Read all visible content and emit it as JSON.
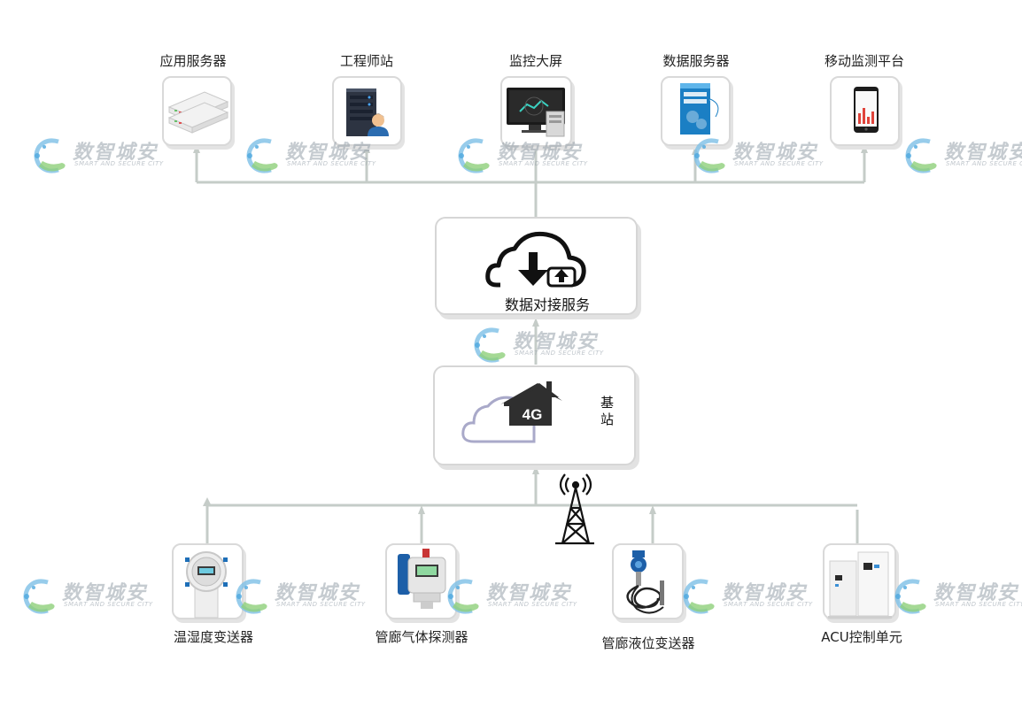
{
  "top_nodes": [
    {
      "id": "app-server",
      "label": "应用服务器",
      "icon": "server-rack-icon"
    },
    {
      "id": "engineer-station",
      "label": "工程师站",
      "icon": "workstation-user-icon"
    },
    {
      "id": "monitor-screen",
      "label": "监控大屏",
      "icon": "monitor-screen-icon"
    },
    {
      "id": "data-server",
      "label": "数据服务器",
      "icon": "data-server-icon"
    },
    {
      "id": "mobile-platform",
      "label": "移动监测平台",
      "icon": "mobile-phone-chart-icon"
    }
  ],
  "service_hub": {
    "label": "数据对接服务",
    "icon": "cloud-sync-icon"
  },
  "network_hub": {
    "badge": "4G",
    "station_label_1": "基",
    "station_label_2": "站",
    "icons": [
      "cloud-house-4g-icon",
      "signal-tower-icon"
    ]
  },
  "bottom_nodes": [
    {
      "id": "temp-humidity",
      "label": "温湿度变送器",
      "icon": "temp-humidity-transmitter-icon"
    },
    {
      "id": "gas-detector",
      "label": "管廊气体探测器",
      "icon": "gas-detector-icon"
    },
    {
      "id": "liquid-level",
      "label": "管廊液位变送器",
      "icon": "liquid-level-transmitter-icon"
    },
    {
      "id": "acu-unit",
      "label": "ACU控制单元",
      "icon": "control-cabinet-icon"
    }
  ],
  "watermark": {
    "title": "数智城安",
    "subtitle": "SMART AND SECURE CITY"
  },
  "colors": {
    "wire": "#c5ccc8",
    "card_border": "#d9d9d9",
    "cloud_outline": "#a9a9c9",
    "accent_blue": "#1e9bd7"
  }
}
